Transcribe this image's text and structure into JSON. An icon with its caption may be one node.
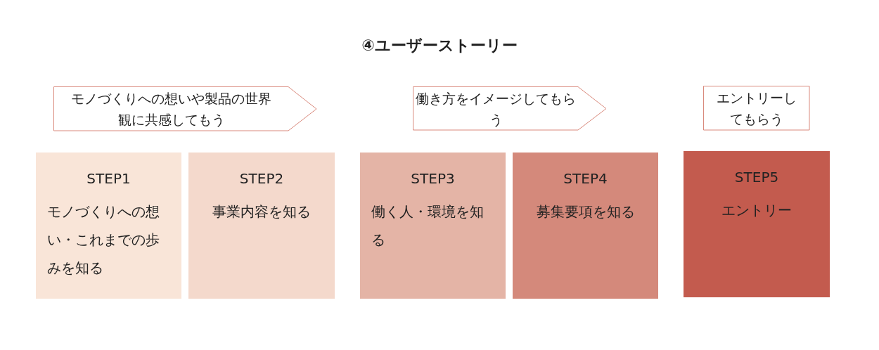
{
  "diagram": {
    "title": "④ユーザーストーリー",
    "nodes": [
      {
        "text": [
          "モノづくりへの想いや製品の世界観に共感してもう"
        ]
      },
      {
        "text": [
          "働き方をイメージしてもらう"
        ]
      },
      {
        "text": [
          "エントリーしてもらう"
        ]
      },
      {
        "text": [
          "STEP1",
          "モノづくりへの想い・これまでの歩みを知る"
        ]
      },
      {
        "text": [
          "STEP2",
          "事業内容を知る"
        ]
      },
      {
        "text": [
          "STEP3",
          "働く人・環境を知る"
        ]
      },
      {
        "text": [
          "STEP4",
          "募集要項を知る"
        ]
      },
      {
        "text": [
          "STEP5",
          "エントリー"
        ]
      }
    ]
  }
}
